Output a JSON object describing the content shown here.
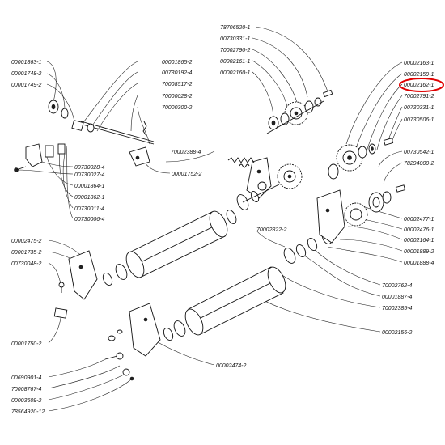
{
  "diagram": {
    "highlight_color": "#e00000",
    "highlighted_part": "00002162-1",
    "labels": [
      {
        "id": "p1",
        "text": "78706520-1"
      },
      {
        "id": "p2",
        "text": "00730331-1"
      },
      {
        "id": "p3",
        "text": "70002790-2"
      },
      {
        "id": "p4",
        "text": "00002161-1"
      },
      {
        "id": "p5",
        "text": "00002160-1"
      },
      {
        "id": "p6",
        "text": "00001863-1"
      },
      {
        "id": "p7",
        "text": "00001748-2"
      },
      {
        "id": "p8",
        "text": "00001749-2"
      },
      {
        "id": "p9",
        "text": "00001865-2"
      },
      {
        "id": "p10",
        "text": "00730192-4"
      },
      {
        "id": "p11",
        "text": "70008517-2"
      },
      {
        "id": "p12",
        "text": "70000028-2"
      },
      {
        "id": "p13",
        "text": "70000300-2"
      },
      {
        "id": "p14",
        "text": "00002163-1"
      },
      {
        "id": "p15",
        "text": "00002159-1"
      },
      {
        "id": "p16",
        "text": "00002162-1"
      },
      {
        "id": "p17",
        "text": "70002791-2"
      },
      {
        "id": "p18",
        "text": "00730331-1"
      },
      {
        "id": "p19",
        "text": "00730506-1"
      },
      {
        "id": "p20",
        "text": "00730028-4"
      },
      {
        "id": "p21",
        "text": "00730027-4"
      },
      {
        "id": "p22",
        "text": "00001864-1"
      },
      {
        "id": "p23",
        "text": "00001862-1"
      },
      {
        "id": "p24",
        "text": "00730011-4"
      },
      {
        "id": "p25",
        "text": "00730006-4"
      },
      {
        "id": "p26",
        "text": "70002388-4"
      },
      {
        "id": "p27",
        "text": "00001752-2"
      },
      {
        "id": "p28",
        "text": "00730542-1"
      },
      {
        "id": "p29",
        "text": "78294000-2"
      },
      {
        "id": "p30",
        "text": "00002477-1"
      },
      {
        "id": "p31",
        "text": "00002476-1"
      },
      {
        "id": "p32",
        "text": "00002164-1"
      },
      {
        "id": "p33",
        "text": "00001889-2"
      },
      {
        "id": "p34",
        "text": "00001888-4"
      },
      {
        "id": "p35",
        "text": "70002822-2"
      },
      {
        "id": "p36",
        "text": "00002475-2"
      },
      {
        "id": "p37",
        "text": "00001735-2"
      },
      {
        "id": "p38",
        "text": "00730048-2"
      },
      {
        "id": "p39",
        "text": "70002762-4"
      },
      {
        "id": "p40",
        "text": "00001887-4"
      },
      {
        "id": "p41",
        "text": "70002385-4"
      },
      {
        "id": "p42",
        "text": "00002156-2"
      },
      {
        "id": "p43",
        "text": "00001750-2"
      },
      {
        "id": "p44",
        "text": "00002474-2"
      },
      {
        "id": "p45",
        "text": "00690901-4"
      },
      {
        "id": "p46",
        "text": "70008767-4"
      },
      {
        "id": "p47",
        "text": "00003609-2"
      },
      {
        "id": "p48",
        "text": "78564920-12"
      }
    ]
  }
}
